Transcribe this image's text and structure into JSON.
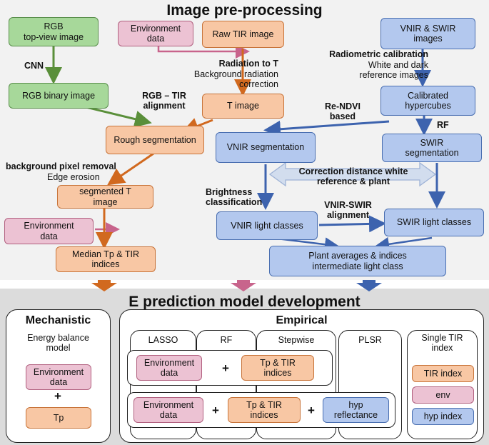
{
  "preprocessing": {
    "title": "Image pre-processing",
    "rgb_topview": "RGB\ntop-view image",
    "cnn": "CNN",
    "rgb_binary": "RGB binary image",
    "env_data_1": "Environment\ndata",
    "raw_tir": "Raw TIR image",
    "radiation_to_t": "Radiation to T",
    "background_correction": "Background radiation\ncorrection",
    "t_image": "T image",
    "rgb_tir_alignment": "RGB – TIR\nalignment",
    "rough_segmentation": "Rough segmentation",
    "background_pixel_removal": "background pixel removal",
    "edge_erosion": "Edge erosion",
    "segmented_t": "segmented T\nimage",
    "env_data_2": "Environment\ndata",
    "median_tp": "Median Tp & TIR\nindices",
    "vnir_swir_images": "VNIR & SWIR\nimages",
    "radiometric_calibration": "Radiometric calibration",
    "white_dark": "White and dark\nreference images",
    "calibrated_hypercubes": "Calibrated\nhypercubes",
    "re_ndvi": "Re-NDVI\nbased",
    "rf_label": "RF",
    "vnir_segmentation": "VNIR segmentation",
    "swir_segmentation": "SWIR\nsegmentation",
    "correction_distance": "Correction distance white\nreference & plant",
    "brightness_classification": "Brightness\nclassification",
    "vnir_swir_alignment": "VNIR-SWIR\nalignment",
    "vnir_light_classes": "VNIR light classes",
    "swir_light_classes": "SWIR light classes",
    "plant_averages": "Plant averages & indices\nintermediate light class"
  },
  "model": {
    "title": "E prediction model development",
    "mechanistic_title": "Mechanistic",
    "energy_balance": "Energy balance\nmodel",
    "mech_env": "Environment\ndata",
    "mech_plus": "+",
    "mech_tp": "Tp",
    "empirical_title": "Empirical",
    "cols": [
      "LASSO",
      "RF",
      "Stepwise",
      "PLSR"
    ],
    "single_tir": "Single TIR\nindex",
    "row1_env": "Environment\ndata",
    "row1_plus": "+",
    "row1_tp": "Tp & TIR\nindices",
    "row2_env": "Environment\ndata",
    "row2_plus1": "+",
    "row2_tp": "Tp & TIR\nindices",
    "row2_plus2": "+",
    "row2_hyp": "hyp\nreflectance",
    "tir_index": "TIR index",
    "env": "env",
    "hyp_index": "hyp index"
  },
  "colors": {
    "green_arrow": "#5a8f3a",
    "orange_arrow": "#d1691f",
    "pink_arrow": "#c8648c",
    "blue_arrow": "#3d63ae",
    "top_bg": "#f2f2f2",
    "bottom_bg": "#dcdcdc"
  }
}
